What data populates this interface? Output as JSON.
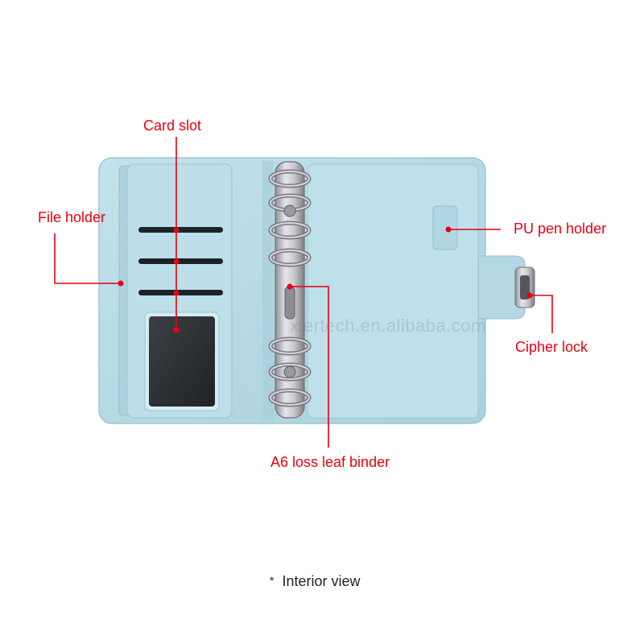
{
  "labels": {
    "card_slot": "Card slot",
    "file_holder": "File holder",
    "pu_pen_holder": "PU pen holder",
    "cipher_lock": "Cipher lock",
    "binder": "A6 loss leaf binder"
  },
  "caption": {
    "marker": "*",
    "text": "Interior view"
  },
  "watermark": "xiertech.en.alibaba.com",
  "colors": {
    "annotation": "#e8000f",
    "cover": "#b8dbe6",
    "cover_shadow": "#9fc7d4",
    "metal": "#b9b9bd",
    "window": "#2d3134"
  }
}
